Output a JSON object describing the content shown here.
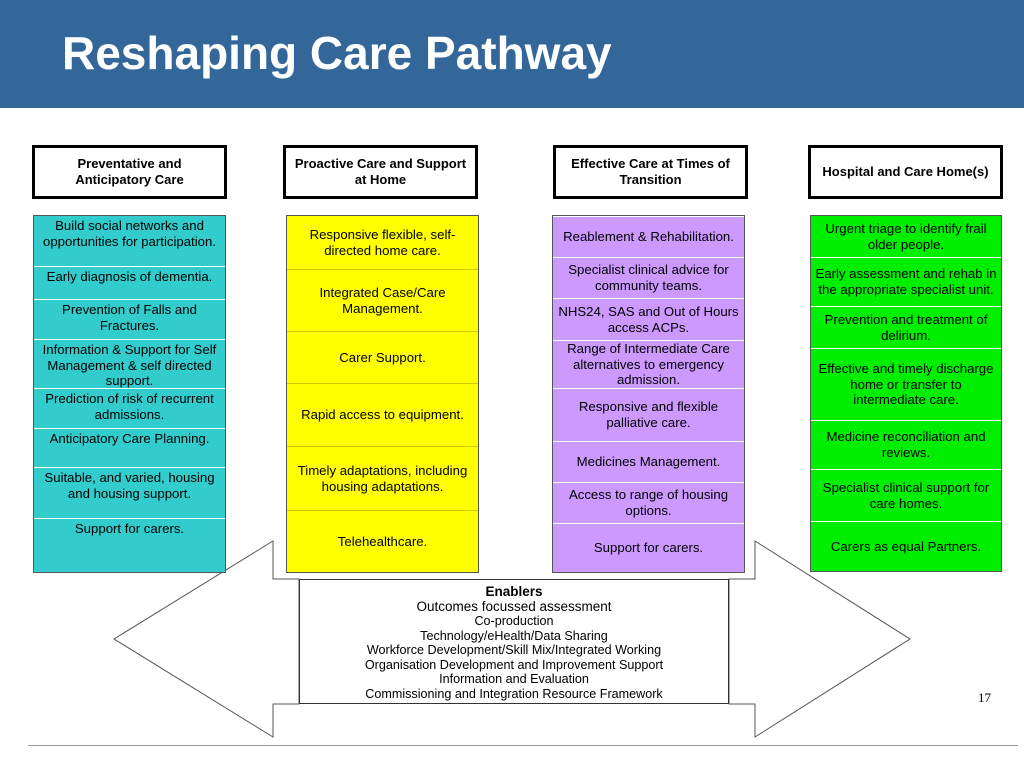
{
  "title": "Reshaping Care Pathway",
  "page_number": "17",
  "colors": {
    "header": "#336699",
    "col1": "#33cccc",
    "col2": "#ffff00",
    "col3": "#cc99ff",
    "col4": "#00ee00"
  },
  "columns": [
    {
      "header": "Preventative and Anticipatory Care",
      "items": [
        "Build social networks and opportunities for participation.",
        "Early diagnosis of dementia.",
        "Prevention of Falls and Fractures.",
        "Information & Support for Self Management & self directed support.",
        "Prediction of risk of recurrent admissions.",
        "Anticipatory Care Planning.",
        "Suitable, and varied, housing and housing support.",
        "Support for carers."
      ]
    },
    {
      "header": "Proactive Care and Support at Home",
      "items": [
        "Responsive flexible, self-directed home care.",
        "Integrated Case/Care Management.",
        "Carer Support.",
        "Rapid access to equipment.",
        "Timely adaptations, including housing adaptations.",
        "Telehealthcare."
      ]
    },
    {
      "header": "Effective Care at Times of Transition",
      "items": [
        "Reablement & Rehabilitation.",
        "Specialist clinical advice for community teams.",
        "NHS24, SAS and Out of Hours access ACPs.",
        "Range of Intermediate Care alternatives to emergency admission.",
        "Responsive and flexible palliative care.",
        "Medicines Management.",
        "Access to range of housing options.",
        "Support for carers."
      ]
    },
    {
      "header": "Hospital and Care Home(s)",
      "items": [
        "Urgent triage to identify frail older people.",
        "Early assessment and rehab in the appropriate specialist unit.",
        "Prevention and treatment of delirium.",
        "Effective and timely discharge home or transfer to intermediate care.",
        "Medicine reconciliation and reviews.",
        "Specialist clinical support for care homes.",
        "Carers as equal Partners."
      ]
    }
  ],
  "enablers": {
    "title": "Enablers",
    "subtitle": "Outcomes focussed assessment",
    "items": [
      "Co-production",
      "Technology/eHealth/Data Sharing",
      "Workforce Development/Skill Mix/Integrated Working",
      "Organisation Development and Improvement Support",
      "Information and Evaluation",
      "Commissioning and Integration Resource Framework"
    ]
  }
}
